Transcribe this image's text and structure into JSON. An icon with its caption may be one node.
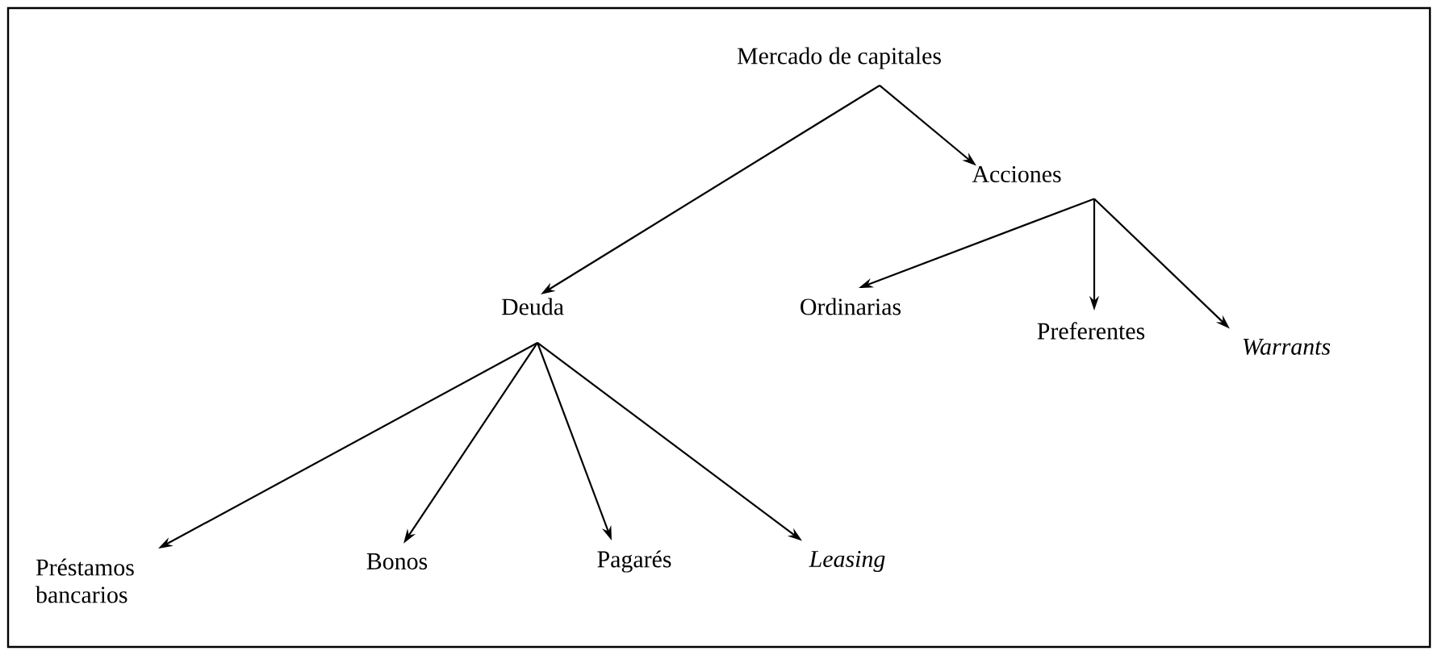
{
  "diagram": {
    "nodes": [
      {
        "text": [
          "Mercado de capitales"
        ]
      },
      {
        "text": [
          "Acciones"
        ]
      },
      {
        "text": [
          "Deuda"
        ]
      },
      {
        "text": [
          "Ordinarias"
        ]
      },
      {
        "text": [
          "Preferentes"
        ]
      },
      {
        "text": [
          "*Warrants*"
        ]
      },
      {
        "text": [
          "Préstamos bancarios"
        ]
      },
      {
        "text": [
          "Bonos"
        ]
      },
      {
        "text": [
          "Pagarés"
        ]
      },
      {
        "text": [
          "*Leasing*"
        ]
      }
    ],
    "edges": [
      {
        "from": 0,
        "to": 1,
        "arrow": "to"
      },
      {
        "from": 0,
        "to": 2,
        "arrow": "to"
      },
      {
        "from": 1,
        "to": 3,
        "arrow": "to"
      },
      {
        "from": 1,
        "to": 4,
        "arrow": "to"
      },
      {
        "from": 1,
        "to": 5,
        "arrow": "to"
      },
      {
        "from": 2,
        "to": 6,
        "arrow": "to"
      },
      {
        "from": 2,
        "to": 7,
        "arrow": "to"
      },
      {
        "from": 2,
        "to": 8,
        "arrow": "to"
      },
      {
        "from": 2,
        "to": 9,
        "arrow": "to"
      }
    ]
  }
}
